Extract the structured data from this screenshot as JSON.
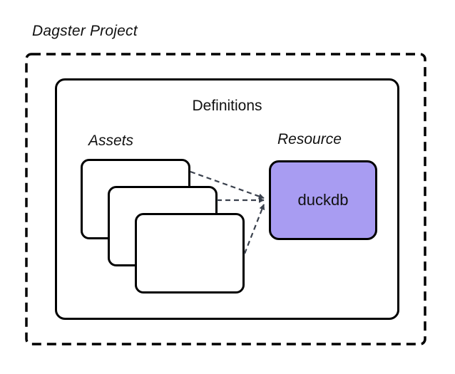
{
  "diagram": {
    "title": "Dagster Project",
    "definitions": {
      "label": "Definitions"
    },
    "assets": {
      "label": "Assets",
      "card_count": 3
    },
    "resource": {
      "label": "Resource",
      "node_label": "duckdb"
    }
  },
  "colors": {
    "background": "#ffffff",
    "box_border": "#000000",
    "resource_fill": "#a89cf2",
    "connector": "#3a414d"
  }
}
